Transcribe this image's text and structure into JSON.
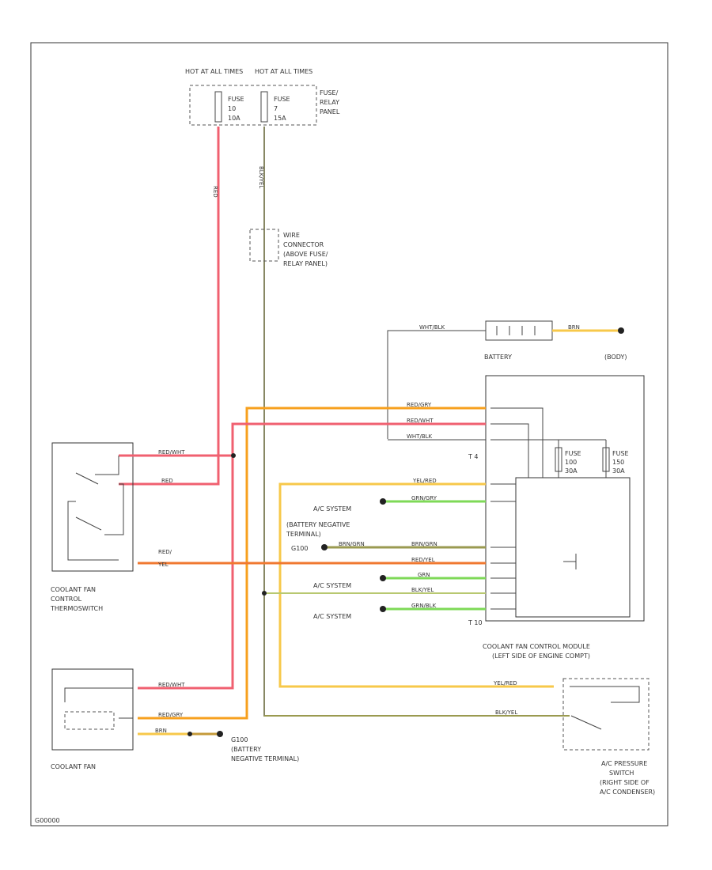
{
  "labels": {
    "hot_at_1": "HOT AT ALL TIMES",
    "hot_at_2": "HOT AT ALL TIMES",
    "fuse_left": [
      "FUSE",
      "10",
      "10A"
    ],
    "fuse_right": [
      "FUSE",
      "7",
      "15A"
    ],
    "fuse_relay_panel": [
      "FUSE/",
      "RELAY",
      "PANEL"
    ],
    "wire_connector": [
      "WIRE",
      "CONNECTOR",
      "(ABOVE FUSE/",
      "RELAY PANEL)"
    ],
    "battery": "BATTERY",
    "body": "(BODY)",
    "module_fuse_1": [
      "FUSE",
      "100",
      "30A"
    ],
    "module_fuse_2": [
      "FUSE",
      "150",
      "30A"
    ],
    "ac_system_1": "A/C SYSTEM",
    "battery_neg": [
      "(BATTERY NEGATIVE",
      "TERMINAL)"
    ],
    "g100": "G100",
    "ac_system_2": "A/C SYSTEM",
    "ac_system_3": "A/C SYSTEM",
    "red_yel": [
      "RED/",
      "YEL"
    ],
    "thermoswitch": [
      "COOLANT FAN",
      "CONTROL",
      "THERMOSWITCH"
    ],
    "module": [
      "COOLANT FAN CONTROL MODULE",
      "(LEFT SIDE OF ENGINE COMPT)"
    ],
    "coolant_fan": "COOLANT FAN",
    "g100_bottom": [
      "G100",
      "(BATTERY",
      "NEGATIVE TERMINAL)"
    ],
    "pressure_switch": [
      "A/C PRESSURE",
      "SWITCH",
      "(RIGHT SIDE OF",
      "A/C CONDENSER)"
    ],
    "t4": "T 4",
    "t10": "T 10",
    "footer_code": "G00000"
  },
  "wires": {
    "left_vertical": "RED",
    "right_vertical": "BLK/YEL",
    "battery_left": "WHT/BLK",
    "battery_right": "BRN",
    "m1": "RED/GRY",
    "m2": "RED/WHT",
    "m3": "WHT/BLK",
    "m5": "YEL/RED",
    "m6": "GRN/GRY",
    "m7": "BRN/GRN",
    "m8": "RED/YEL",
    "m9": "GRN",
    "m10": "BLK/YEL",
    "m11": "GRN/BLK",
    "thermo_1": "RED/WHT",
    "thermo_2": "RED",
    "fan_1": "RED/WHT",
    "fan_2": "RED/GRY",
    "fan_3": "BRN",
    "press_1": "YEL/RED",
    "press_2": "BLK/YEL"
  },
  "colors": {
    "red": "#f06070",
    "orange": "#f7a01e",
    "yellow": "#f7c84a",
    "green": "#7ed957",
    "olive": "#9a9a50",
    "brown": "#c49a3a",
    "gray": "#888888"
  }
}
